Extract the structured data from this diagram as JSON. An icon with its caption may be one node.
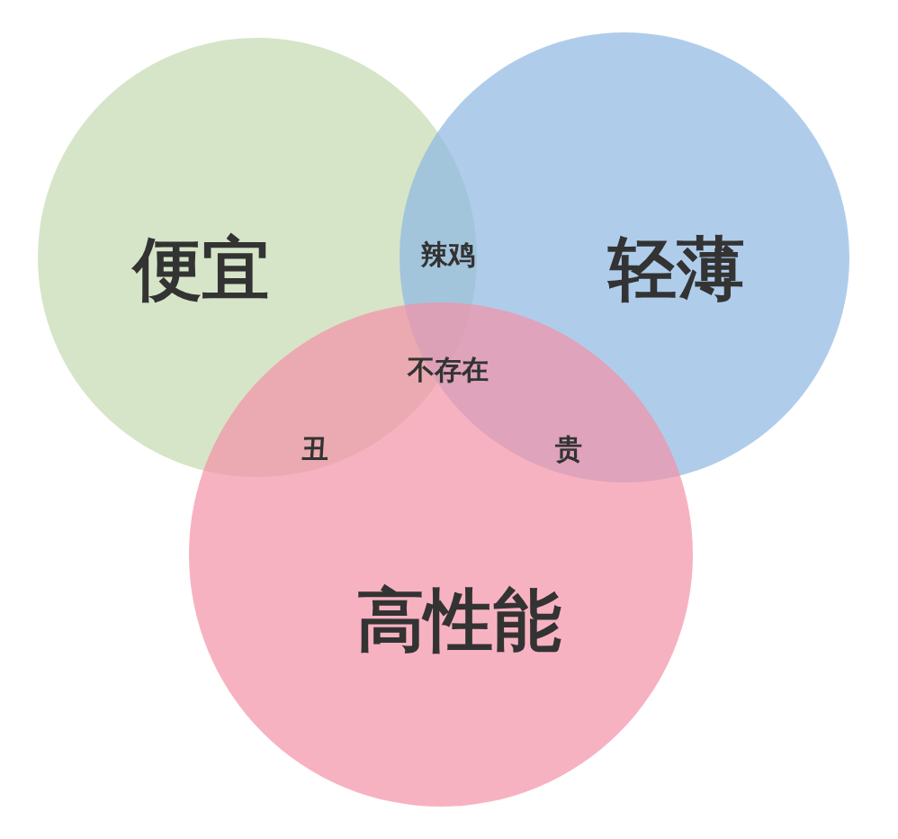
{
  "diagram": {
    "nodes": [
      {
        "text": [
          "便宜"
        ]
      },
      {
        "text": [
          "轻薄"
        ]
      },
      {
        "text": [
          "高性能"
        ]
      }
    ],
    "labels": [
      "辣鸡",
      "不存在",
      "丑",
      "贵"
    ]
  }
}
